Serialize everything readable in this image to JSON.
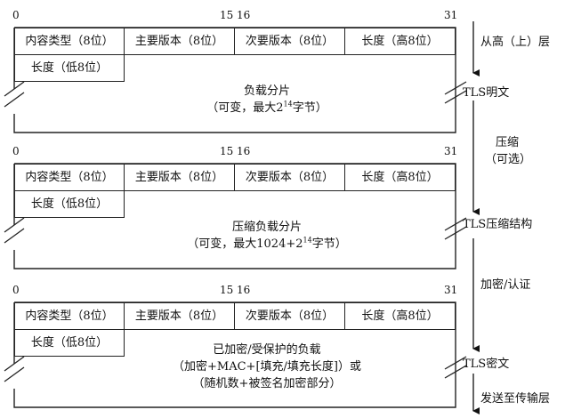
{
  "bit_labels": {
    "start": "0",
    "mid_left": "15",
    "mid_right": "16",
    "end": "31"
  },
  "header_fields": {
    "content_type": "内容类型（8位）",
    "major_version": "主要版本（8位）",
    "minor_version": "次要版本（8位）",
    "length_high": "长度（高8位）",
    "length_low": "长度（低8位）"
  },
  "blocks": [
    {
      "payload_line1": "负载分片",
      "payload_line2_prefix": "（可变，最大2",
      "payload_line2_sup": "14",
      "payload_line2_suffix": "字节）",
      "right_label": "TLS明文"
    },
    {
      "payload_line1": "压缩负载分片",
      "payload_line2_prefix": "（可变，最大1024+2",
      "payload_line2_sup": "14",
      "payload_line2_suffix": "字节）",
      "right_label": "TLS压缩结构"
    },
    {
      "payload_line1": "已加密/受保护的负载",
      "payload_line2": "（加密+MAC+[填充/填充长度]）或",
      "payload_line3": "（随机数+被签名加密部分）",
      "right_label": "TLS密文"
    }
  ],
  "flow_labels": {
    "top": "从高（上）层",
    "compress_line1": "压缩",
    "compress_line2": "（可选）",
    "encrypt": "加密/认证",
    "bottom": "发送至传输层"
  }
}
